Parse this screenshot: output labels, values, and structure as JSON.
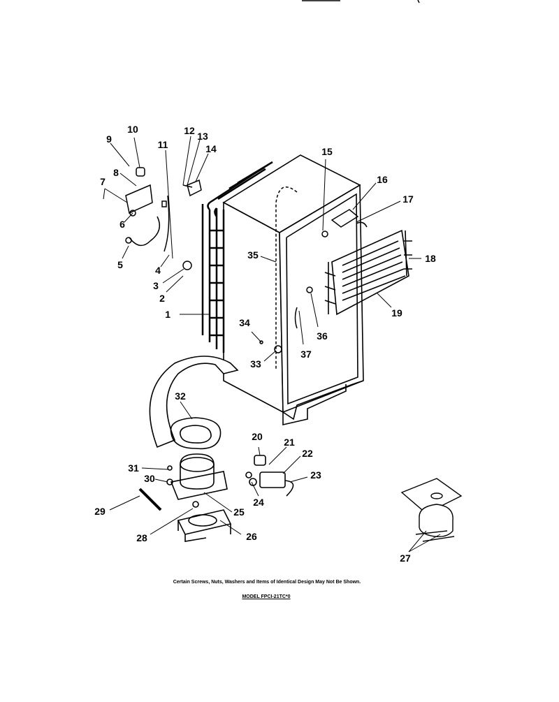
{
  "diagram": {
    "part_numbers": [
      "1",
      "2",
      "3",
      "4",
      "5",
      "6",
      "7",
      "8",
      "9",
      "10",
      "11",
      "12",
      "13",
      "14",
      "15",
      "16",
      "17",
      "18",
      "19",
      "20",
      "21",
      "22",
      "23",
      "24",
      "25",
      "26",
      "27",
      "28",
      "29",
      "30",
      "31",
      "32",
      "33",
      "34",
      "35",
      "36",
      "37"
    ],
    "footnote": "Certain Screws, Nuts, Washers and Items of Identical Design May Not Be Shown.",
    "model": "MODEL FPCI-21TC*0"
  }
}
